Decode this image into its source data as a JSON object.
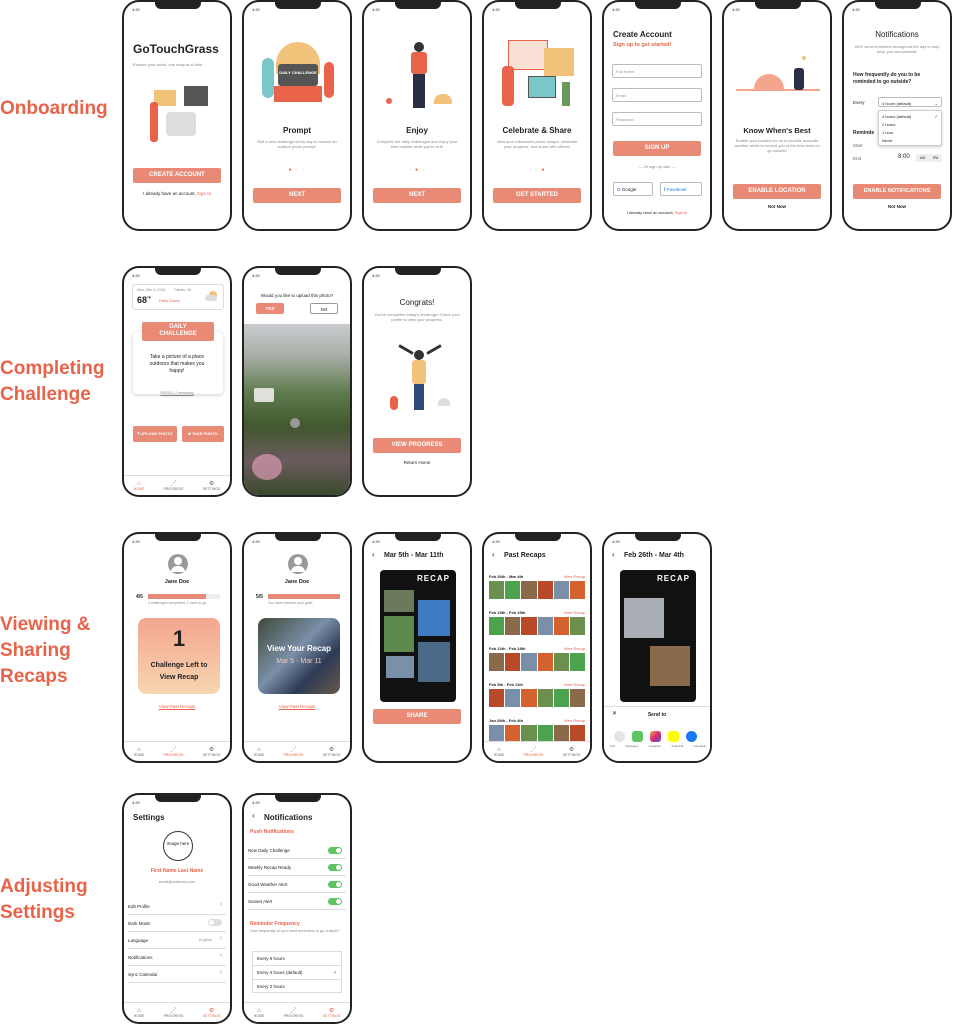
{
  "sections": [
    "Onboarding",
    "Completing\nChallenge",
    "Viewing &\nSharing\nRecaps",
    "Adjusting\nSettings"
  ],
  "status_time": "4:20",
  "onboarding": {
    "welcome": {
      "title": "GoTouchGrass",
      "subtitle": "Explore your world, one snap at at time",
      "create": "CREATE ACCOUNT",
      "have_account": "I already have an account,",
      "sign_in": "Sign In"
    },
    "prompt": {
      "title": "Prompt",
      "text": "Roll a new challenge every day to receive an outdoor photo prompt.",
      "next": "NEXT",
      "sign_text": "DAILY CHALLENGE"
    },
    "enjoy": {
      "title": "Enjoy",
      "text": "Complete the daily challenges and enjoy your time outside while you're at it!",
      "next": "NEXT"
    },
    "celebrate": {
      "title": "Celebrate & Share",
      "text": "View your milestones photo recaps, celebrate your progress, and share with others!",
      "cta": "GET STARTED"
    },
    "create": {
      "title": "Create Account",
      "subtitle": "Sign up to get started!",
      "full_name": "Full Name",
      "email": "Email",
      "password": "Password",
      "signup": "SIGN UP",
      "or": "— Or sign up with —",
      "google": "Google",
      "facebook": "Facebook",
      "have_account": "I already have an account,",
      "sign_in": "Sign In"
    },
    "location": {
      "title": "Know When's Best",
      "text": "Enable your location for us to provide accurate weather alerts to remind you of the best times to go outside!",
      "enable": "ENABLE LOCATION",
      "not_now": "Not Now"
    },
    "notif": {
      "title": "Notifications",
      "subtitle": "We'll send reminders throughout the day to help keep you accountable!",
      "question": "How frequently do you to be reminded to go outside?",
      "every_label": "Every",
      "every_value": "4 hours (default)",
      "options": [
        "4 hours (default)",
        "2 hours",
        "1 hour",
        "Never"
      ],
      "reminders": "Reminde",
      "start": "Start",
      "end": "End",
      "end_value": "8:00",
      "am": "AM",
      "pm": "PM",
      "enable": "ENABLE NOTIFICATIONS",
      "not_now": "Not Now"
    }
  },
  "challenge": {
    "home": {
      "date": "Mon, Mar 4 | 2024",
      "loc": "Fairfax, VA",
      "temp": "68",
      "unit": "°F",
      "cond": "Partly Cloudy",
      "badge": "DAILY CHALLENGE",
      "text": "Take a picture of a place outdoors that makes you happy!",
      "reroll": "REROLL 2 remaining",
      "upload": "UPLOAD PHOTO",
      "take": "TAKE PHOTO"
    },
    "upload": {
      "question": "Would you like to upload this photo?",
      "yes": "YES",
      "no": "NO"
    },
    "done": {
      "title": "Congrats!",
      "text": "You've completed today's challenge! Check your profile to view your progress.",
      "view": "VIEW PROGRESS",
      "home": "Return Home"
    }
  },
  "recaps": {
    "locked": {
      "name": "Jane Doe",
      "count": "4/5",
      "sub": "4 challenges completed. 1 more to go",
      "big": "1",
      "msg": "Challenge Left to View Recap",
      "link": "View Past Recaps",
      "progress": 0.8
    },
    "unlocked": {
      "name": "Jane Doe",
      "count": "5/5",
      "sub": "You have reached your goal!",
      "msg": "View Your Recap",
      "range": "Mar 5 - Mar 11",
      "link": "View Past Recaps",
      "progress": 1.0
    },
    "detail": {
      "title": "Mar 5th - Mar 11th",
      "recap": "RECAP",
      "share": "SHARE"
    },
    "past": {
      "title": "Past Recaps",
      "view": "View Recap",
      "ranges": [
        "Feb 26th - Mar 4th",
        "Feb 19th - Feb 25th",
        "Feb 12th - Feb 18th",
        "Feb 5th - Feb 11th",
        "Jan 29th - Feb 4th"
      ]
    },
    "share": {
      "title": "Feb 26th - Mar 4th",
      "recap": "RECAP",
      "send": "Send to",
      "apps": [
        "Text",
        "Messages",
        "Instagram",
        "Snapchat",
        "Facebook"
      ]
    }
  },
  "settings": {
    "main": {
      "title": "Settings",
      "image": "image here",
      "name": "First Name Last Name",
      "email": "email@address.com",
      "items": [
        "Edit Profile",
        "Dark Mode",
        "Language",
        "Notifications",
        "Sync Calendar"
      ],
      "lang_value": "English"
    },
    "notif": {
      "title": "Notifications",
      "push": "Push Notifications",
      "toggles": [
        "New Daily Challenge",
        "Weekly Recap Ready",
        "Good Weather Alert",
        "Sunset Alert"
      ],
      "freq": "Reminder Frequency",
      "freq_q": "How frequently do you want reminders to go outside?",
      "options": [
        "Every 6 hours",
        "Every 4 hours (default)",
        "Every 2 hours"
      ]
    }
  },
  "nav": {
    "home": "HOME",
    "progress": "PROGRESS",
    "settings": "SETTINGS"
  },
  "colors": {
    "accent": "#e8634a",
    "button": "#e88a75",
    "toggle": "#5cc463"
  }
}
